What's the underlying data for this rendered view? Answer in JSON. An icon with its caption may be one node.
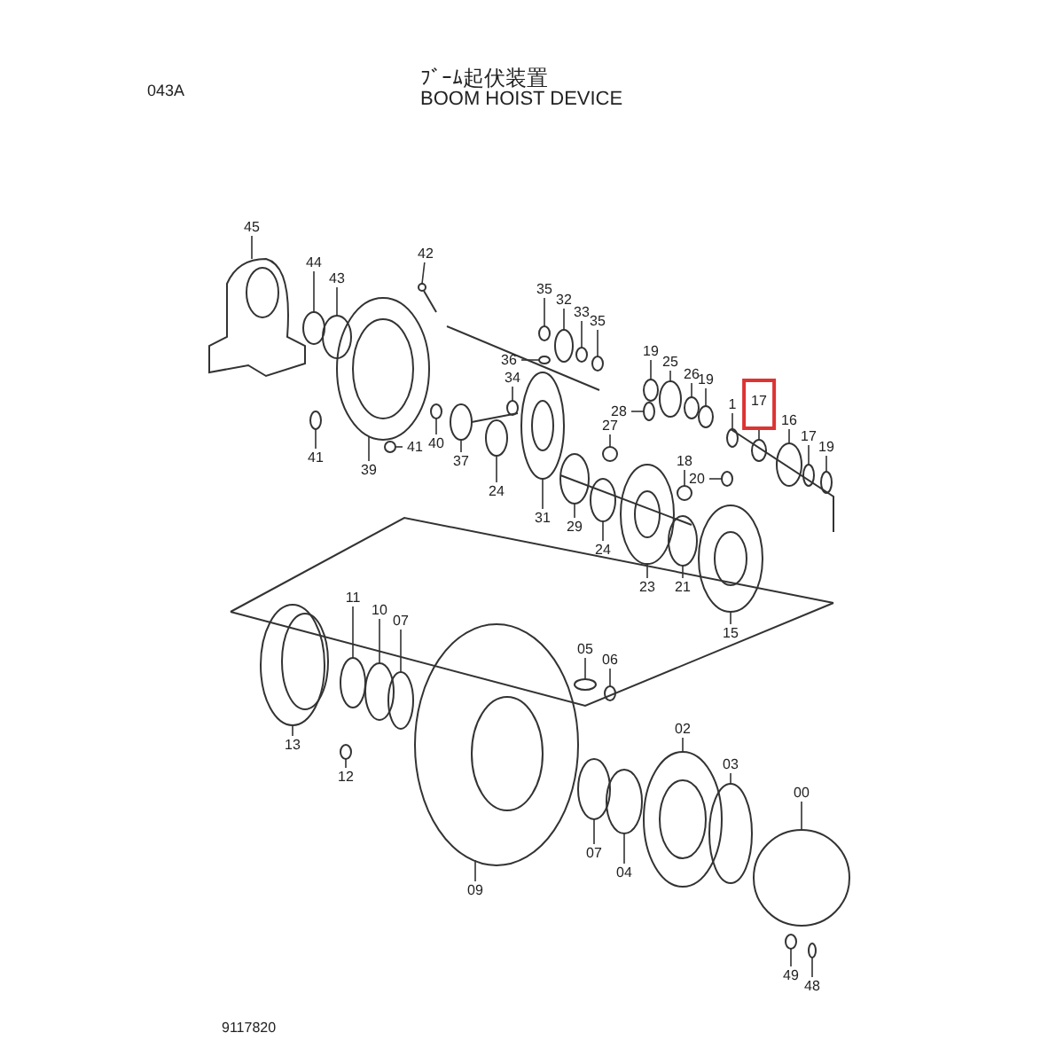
{
  "diagram": {
    "title": "ﾌﾞｰﾑ起伏装置",
    "nodes": [
      {
        "text": [
          "45"
        ]
      },
      {
        "text": [
          "44"
        ]
      },
      {
        "text": [
          "43"
        ]
      },
      {
        "text": [
          "42"
        ]
      },
      {
        "text": [
          "35"
        ]
      },
      {
        "text": [
          "32"
        ]
      },
      {
        "text": [
          "33"
        ]
      },
      {
        "text": [
          "35"
        ]
      },
      {
        "text": [
          "19"
        ]
      },
      {
        "text": [
          "25"
        ]
      },
      {
        "text": [
          "26"
        ]
      },
      {
        "text": [
          "36"
        ]
      },
      {
        "text": [
          "19"
        ]
      },
      {
        "text": [
          "34"
        ]
      },
      {
        "text": [
          "1"
        ]
      },
      {
        "text": [
          "17"
        ]
      },
      {
        "text": [
          "28"
        ]
      },
      {
        "text": [
          "16"
        ]
      },
      {
        "text": [
          "27"
        ]
      },
      {
        "text": [
          "17"
        ]
      },
      {
        "text": [
          "41"
        ]
      },
      {
        "text": [
          "40"
        ]
      },
      {
        "text": [
          "19"
        ]
      },
      {
        "text": [
          "41"
        ]
      },
      {
        "text": [
          "18"
        ]
      },
      {
        "text": [
          "37"
        ]
      },
      {
        "text": [
          "39"
        ]
      },
      {
        "text": [
          "20"
        ]
      },
      {
        "text": [
          "24"
        ]
      },
      {
        "text": [
          "31"
        ]
      },
      {
        "text": [
          "29"
        ]
      },
      {
        "text": [
          "24"
        ]
      },
      {
        "text": [
          "23"
        ]
      },
      {
        "text": [
          "21"
        ]
      },
      {
        "text": [
          "11"
        ]
      },
      {
        "text": [
          "10"
        ]
      },
      {
        "text": [
          "07"
        ]
      },
      {
        "text": [
          "15"
        ]
      },
      {
        "text": [
          "05"
        ]
      },
      {
        "text": [
          "06"
        ]
      },
      {
        "text": [
          "02"
        ]
      },
      {
        "text": [
          "13"
        ]
      },
      {
        "text": [
          "03"
        ]
      },
      {
        "text": [
          "12"
        ]
      },
      {
        "text": [
          "00"
        ]
      },
      {
        "text": [
          "07"
        ]
      },
      {
        "text": [
          "04"
        ]
      },
      {
        "text": [
          "09"
        ]
      },
      {
        "text": [
          "49"
        ]
      },
      {
        "text": [
          "48"
        ]
      },
      {
        "text": [],
        "shape": "picture"
      },
      {
        "text": [],
        "shape": "circle"
      },
      {
        "text": [],
        "shape": "circle"
      },
      {
        "text": [],
        "shape": "picture"
      },
      {
        "text": [],
        "shape": "circle"
      },
      {
        "text": [],
        "shape": "circle"
      },
      {
        "text": [],
        "shape": "circle"
      },
      {
        "text": [],
        "shape": "circle"
      },
      {
        "text": [],
        "shape": "circle"
      },
      {
        "text": [],
        "shape": "circle"
      },
      {
        "text": [],
        "shape": "circle"
      },
      {
        "text": [],
        "shape": "circle"
      },
      {
        "text": [],
        "shape": "circle"
      },
      {
        "text": [],
        "shape": "circle"
      },
      {
        "text": [],
        "shape": "circle"
      },
      {
        "text": [],
        "shape": "circle"
      },
      {
        "text": [],
        "shape": "circle"
      },
      {
        "text": [],
        "shape": "circle"
      },
      {
        "text": [],
        "shape": "circle"
      },
      {
        "text": [],
        "shape": "circle"
      },
      {
        "text": [],
        "shape": "circle"
      },
      {
        "text": [],
        "shape": "circle"
      },
      {
        "text": [],
        "shape": "circle"
      },
      {
        "text": [],
        "shape": "circle"
      },
      {
        "text": [],
        "shape": "circle"
      },
      {
        "text": [],
        "shape": "picture"
      },
      {
        "text": [],
        "shape": "picture"
      },
      {
        "text": [],
        "shape": "circle"
      },
      {
        "text": [],
        "shape": "circle"
      },
      {
        "text": [],
        "shape": "picture"
      },
      {
        "text": [],
        "shape": "circle"
      },
      {
        "text": [],
        "shape": "circle"
      },
      {
        "text": [],
        "shape": "picture"
      },
      {
        "text": [],
        "shape": "circle"
      },
      {
        "text": [],
        "shape": "circle"
      },
      {
        "text": [],
        "shape": "circle"
      },
      {
        "text": [],
        "shape": "circle"
      },
      {
        "text": [],
        "shape": "picture"
      },
      {
        "text": [],
        "shape": "circle"
      },
      {
        "text": [],
        "shape": "circle"
      },
      {
        "text": [],
        "shape": "picture"
      },
      {
        "text": [],
        "shape": "picture"
      },
      {
        "text": [],
        "shape": "circle"
      },
      {
        "text": [],
        "shape": "circle"
      },
      {
        "text": [],
        "shape": "circle"
      },
      {
        "text": [],
        "shape": "circle"
      },
      {
        "text": [],
        "shape": "circle"
      },
      {
        "text": [],
        "shape": "picture"
      },
      {
        "text": [],
        "shape": "circle"
      },
      {
        "text": [],
        "shape": "circle"
      }
    ],
    "edges": [
      {
        "from": 0,
        "to": 50,
        "arrow": "none"
      },
      {
        "from": 1,
        "to": 51,
        "arrow": "none"
      },
      {
        "from": 2,
        "to": 52,
        "arrow": "none"
      },
      {
        "from": 3,
        "to": 53,
        "arrow": "none"
      },
      {
        "from": 4,
        "to": 54,
        "arrow": "none"
      },
      {
        "from": 5,
        "to": 55,
        "arrow": "none"
      },
      {
        "from": 6,
        "to": 56,
        "arrow": "none"
      },
      {
        "from": 7,
        "to": 57,
        "arrow": "none"
      },
      {
        "from": 8,
        "to": 58,
        "arrow": "none"
      },
      {
        "from": 9,
        "to": 59,
        "arrow": "none"
      },
      {
        "from": 10,
        "to": 60,
        "arrow": "none"
      },
      {
        "from": 11,
        "to": 61,
        "arrow": "none"
      },
      {
        "from": 12,
        "to": 62,
        "arrow": "none"
      },
      {
        "from": 13,
        "to": 63,
        "arrow": "none"
      },
      {
        "from": 14,
        "to": 64,
        "arrow": "none"
      },
      {
        "from": 15,
        "to": 65,
        "arrow": "none"
      },
      {
        "from": 16,
        "to": 66,
        "arrow": "none"
      },
      {
        "from": 17,
        "to": 67,
        "arrow": "none"
      },
      {
        "from": 18,
        "to": 68,
        "arrow": "none"
      },
      {
        "from": 19,
        "to": 69,
        "arrow": "none"
      },
      {
        "from": 20,
        "to": 70,
        "arrow": "none"
      },
      {
        "from": 21,
        "to": 71,
        "arrow": "none"
      },
      {
        "from": 22,
        "to": 72,
        "arrow": "none"
      },
      {
        "from": 23,
        "to": 73,
        "arrow": "none"
      },
      {
        "from": 24,
        "to": 74,
        "arrow": "none"
      },
      {
        "from": 25,
        "to": 75,
        "arrow": "none"
      },
      {
        "from": 26,
        "to": 76,
        "arrow": "none"
      },
      {
        "from": 27,
        "to": 77,
        "arrow": "none"
      },
      {
        "from": 28,
        "to": 78,
        "arrow": "none"
      },
      {
        "from": 29,
        "to": 79,
        "arrow": "none"
      },
      {
        "from": 30,
        "to": 80,
        "arrow": "none"
      },
      {
        "from": 31,
        "to": 81,
        "arrow": "none"
      },
      {
        "from": 32,
        "to": 82,
        "arrow": "none"
      },
      {
        "from": 33,
        "to": 83,
        "arrow": "none"
      },
      {
        "from": 34,
        "to": 84,
        "arrow": "none"
      },
      {
        "from": 35,
        "to": 85,
        "arrow": "none"
      },
      {
        "from": 36,
        "to": 86,
        "arrow": "none"
      },
      {
        "from": 37,
        "to": 87,
        "arrow": "none"
      },
      {
        "from": 38,
        "to": 88,
        "arrow": "none"
      },
      {
        "from": 39,
        "to": 89,
        "arrow": "none"
      },
      {
        "from": 40,
        "to": 90,
        "arrow": "none"
      },
      {
        "from": 41,
        "to": 91,
        "arrow": "none"
      },
      {
        "from": 42,
        "to": 92,
        "arrow": "none"
      },
      {
        "from": 43,
        "to": 93,
        "arrow": "none"
      },
      {
        "from": 44,
        "to": 94,
        "arrow": "none"
      },
      {
        "from": 45,
        "to": 95,
        "arrow": "none"
      },
      {
        "from": 46,
        "to": 96,
        "arrow": "none"
      },
      {
        "from": 47,
        "to": 97,
        "arrow": "none"
      },
      {
        "from": 48,
        "to": 98,
        "arrow": "none"
      },
      {
        "from": 49,
        "to": 99,
        "arrow": "none"
      }
    ],
    "labels": [
      "043A",
      "BOOM HOIST DEVICE",
      "9117820"
    ]
  }
}
